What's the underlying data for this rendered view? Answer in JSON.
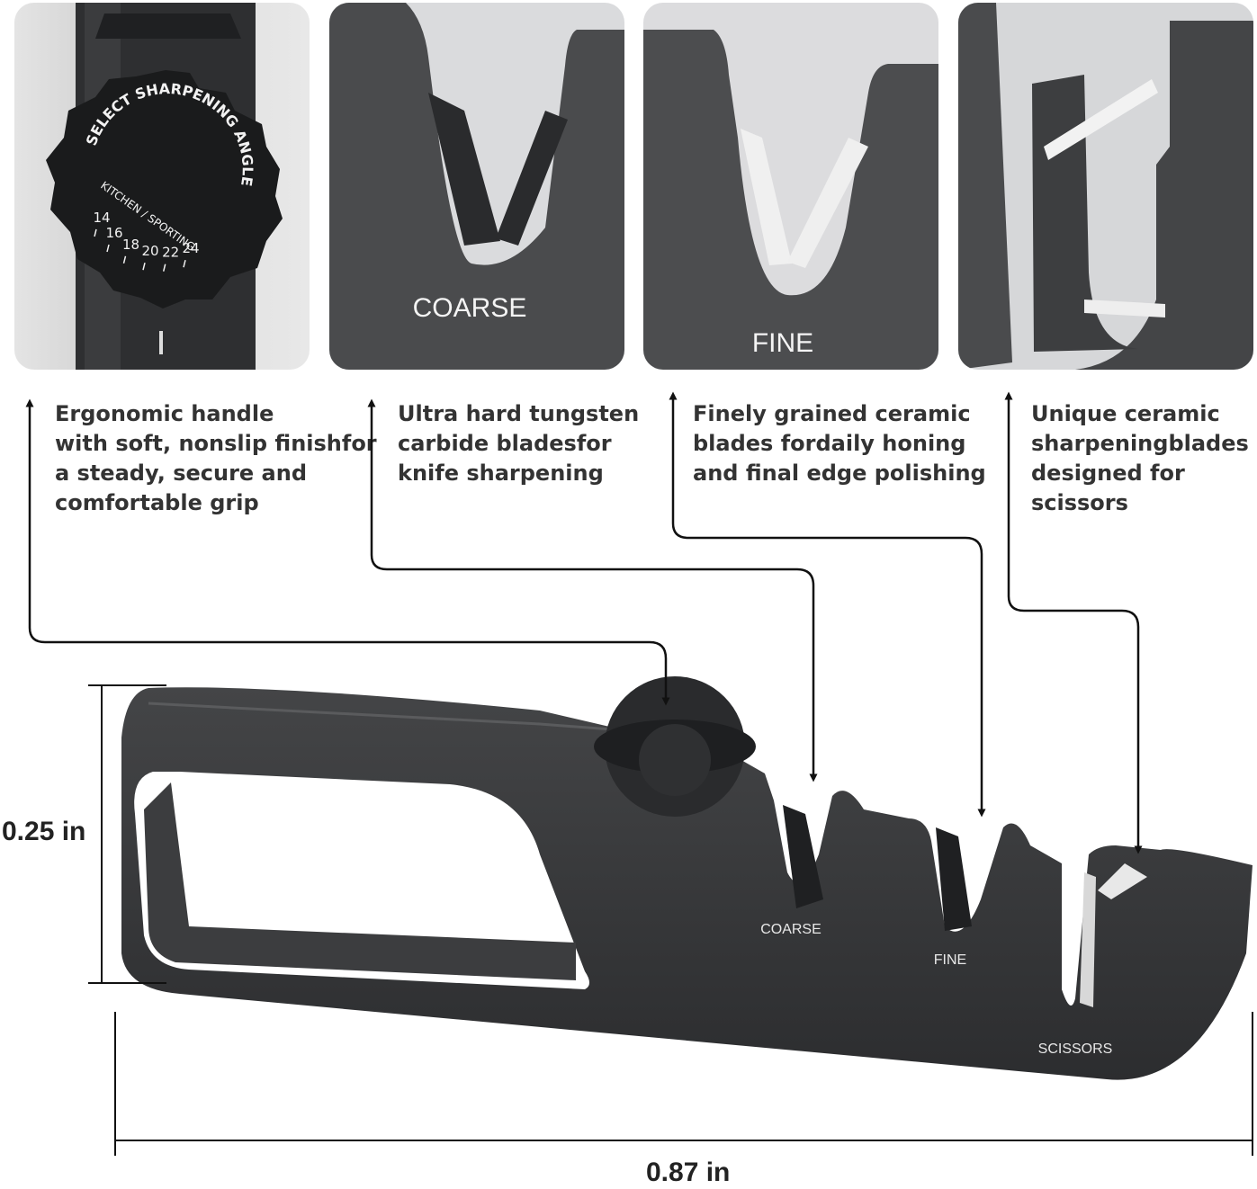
{
  "panels": [
    {
      "id": "handle",
      "dial_title": "SELECT SHARPENING ANGLE",
      "dial_subtitle": "KITCHEN / SPORTING",
      "dial_angles": [
        "14",
        "16",
        "18",
        "20",
        "22",
        "24"
      ]
    },
    {
      "id": "coarse",
      "label": "COARSE"
    },
    {
      "id": "fine",
      "label": "FINE"
    },
    {
      "id": "scissors",
      "label": ""
    }
  ],
  "captions": [
    "Ergonomic handle\nwith soft, nonslip finishfor\na steady, secure and\ncomfortable grip",
    "Ultra hard tungsten\ncarbide bladesfor\nknife sharpening",
    "Finely grained ceramic\nblades fordaily honing\nand final edge polishing",
    "Unique ceramic\nsharpeningblades\ndesigned for\nscissors"
  ],
  "product": {
    "slot_labels": [
      "COARSE",
      "FINE",
      "SCISSORS"
    ]
  },
  "dimensions": {
    "height": "0.25 in",
    "width": "0.87 in"
  },
  "colors": {
    "body": "#3a3b3d",
    "body_dark": "#2b2c2e",
    "panel_bg": "#cfd0d2",
    "text": "#333333"
  }
}
